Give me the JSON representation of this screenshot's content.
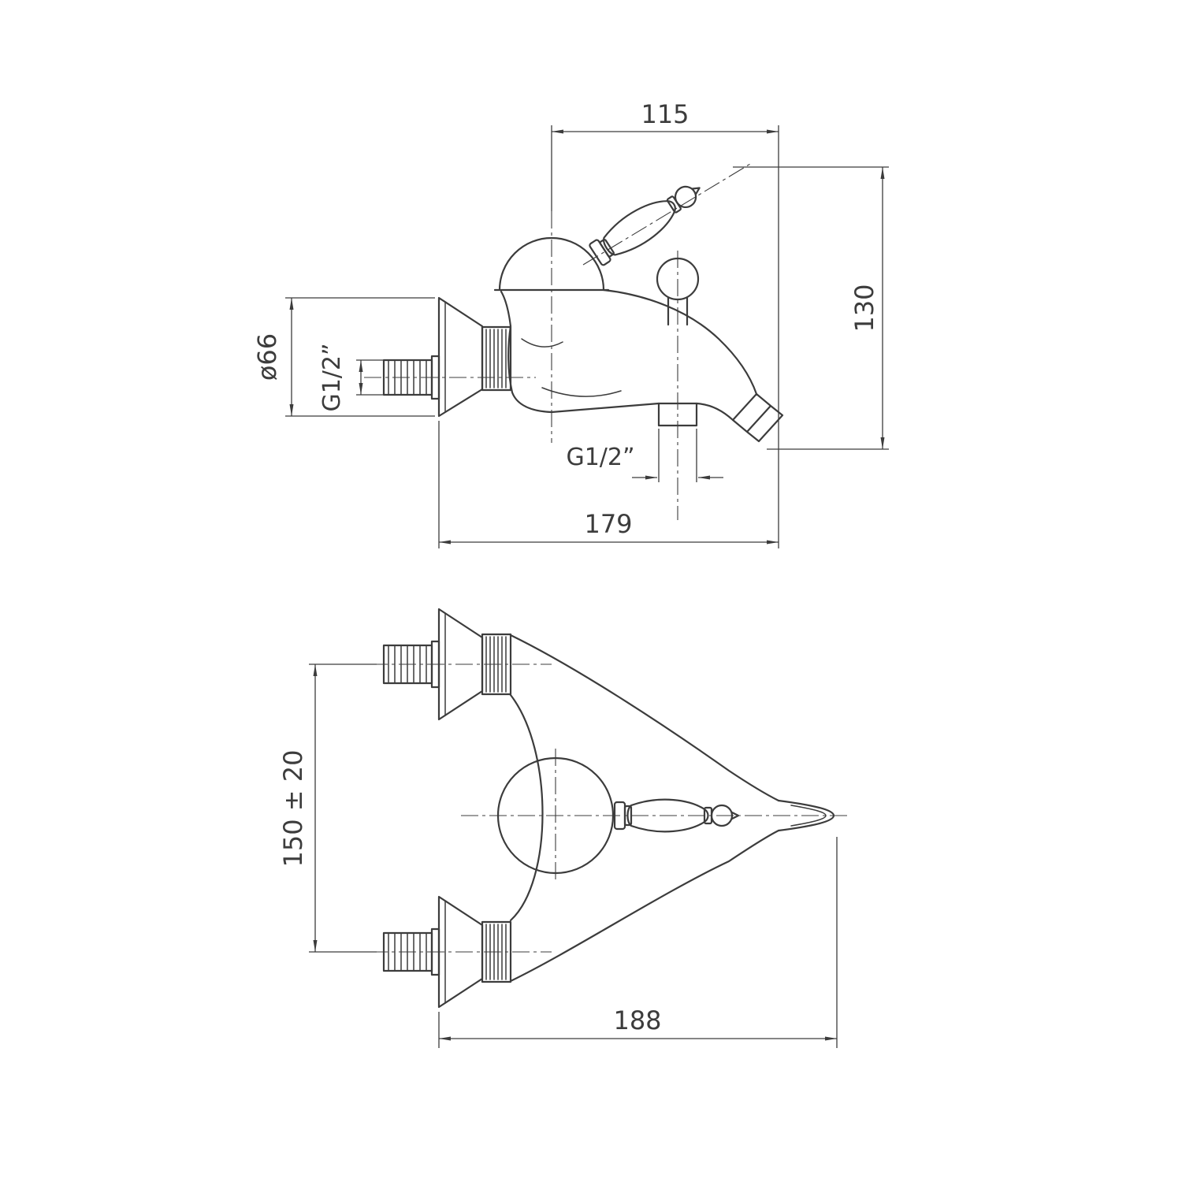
{
  "colors": {
    "background": "#ffffff",
    "line": "#3c3c3c"
  },
  "views": {
    "side": {
      "reach": "115",
      "height": "130",
      "flange_diameter": "ø66",
      "inlet_thread": "G1/2”",
      "shower_thread": "G1/2”",
      "depth": "179"
    },
    "plan": {
      "centers_distance": "150 ± 20",
      "depth": "188"
    }
  }
}
